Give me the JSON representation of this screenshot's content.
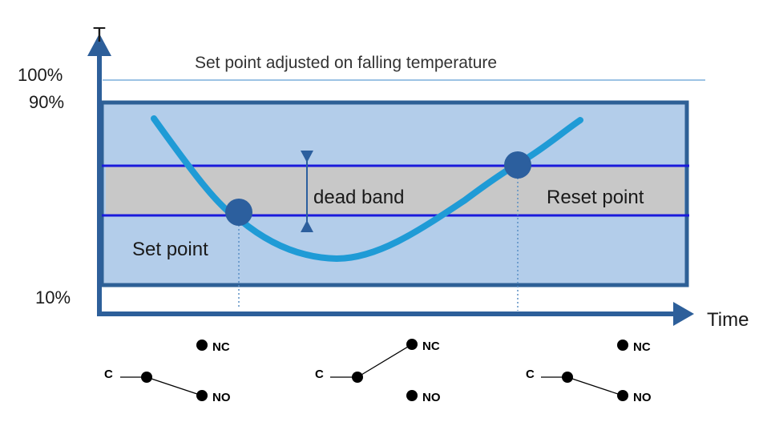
{
  "diagram": {
    "axis_y_label": "T",
    "axis_x_label": "Time",
    "tick_100": "100%",
    "tick_90": "90%",
    "tick_10": "10%",
    "top_note": "Set point adjusted on falling temperature",
    "dead_band_label": "dead band",
    "set_point_label": "Set point",
    "reset_point_label": "Reset point"
  },
  "switches": [
    {
      "c_label": "C",
      "nc_label": "NC",
      "no_label": "NO",
      "state": "NO"
    },
    {
      "c_label": "C",
      "nc_label": "NC",
      "no_label": "NO",
      "state": "NC"
    },
    {
      "c_label": "C",
      "nc_label": "NC",
      "no_label": "NO",
      "state": "NO"
    }
  ],
  "colors": {
    "axis": "#2d5f9a",
    "region_fill": "#b3cdea",
    "region_border": "#2e6096",
    "band_fill": "#c8c8c8",
    "band_line": "#1a1adc",
    "curve": "#1f9bd6",
    "point": "#2c5f9e"
  }
}
